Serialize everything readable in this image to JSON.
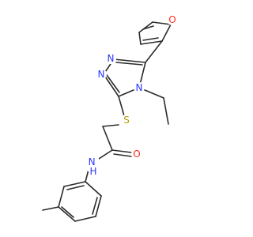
{
  "colors": {
    "bond": "#2b2b2b",
    "O": "#ff2a1a",
    "N": "#2a36ff",
    "S": "#b0a000"
  },
  "atoms": [
    {
      "id": "O_fur",
      "label": "O",
      "element": "O"
    },
    {
      "id": "N1",
      "label": "N",
      "element": "N"
    },
    {
      "id": "N2",
      "label": "N",
      "element": "N"
    },
    {
      "id": "N4",
      "label": "N",
      "element": "N"
    },
    {
      "id": "S",
      "label": "S",
      "element": "S"
    },
    {
      "id": "O_carbonyl",
      "label": "O",
      "element": "O"
    },
    {
      "id": "NH",
      "label": "N\nH",
      "element": "N"
    }
  ]
}
